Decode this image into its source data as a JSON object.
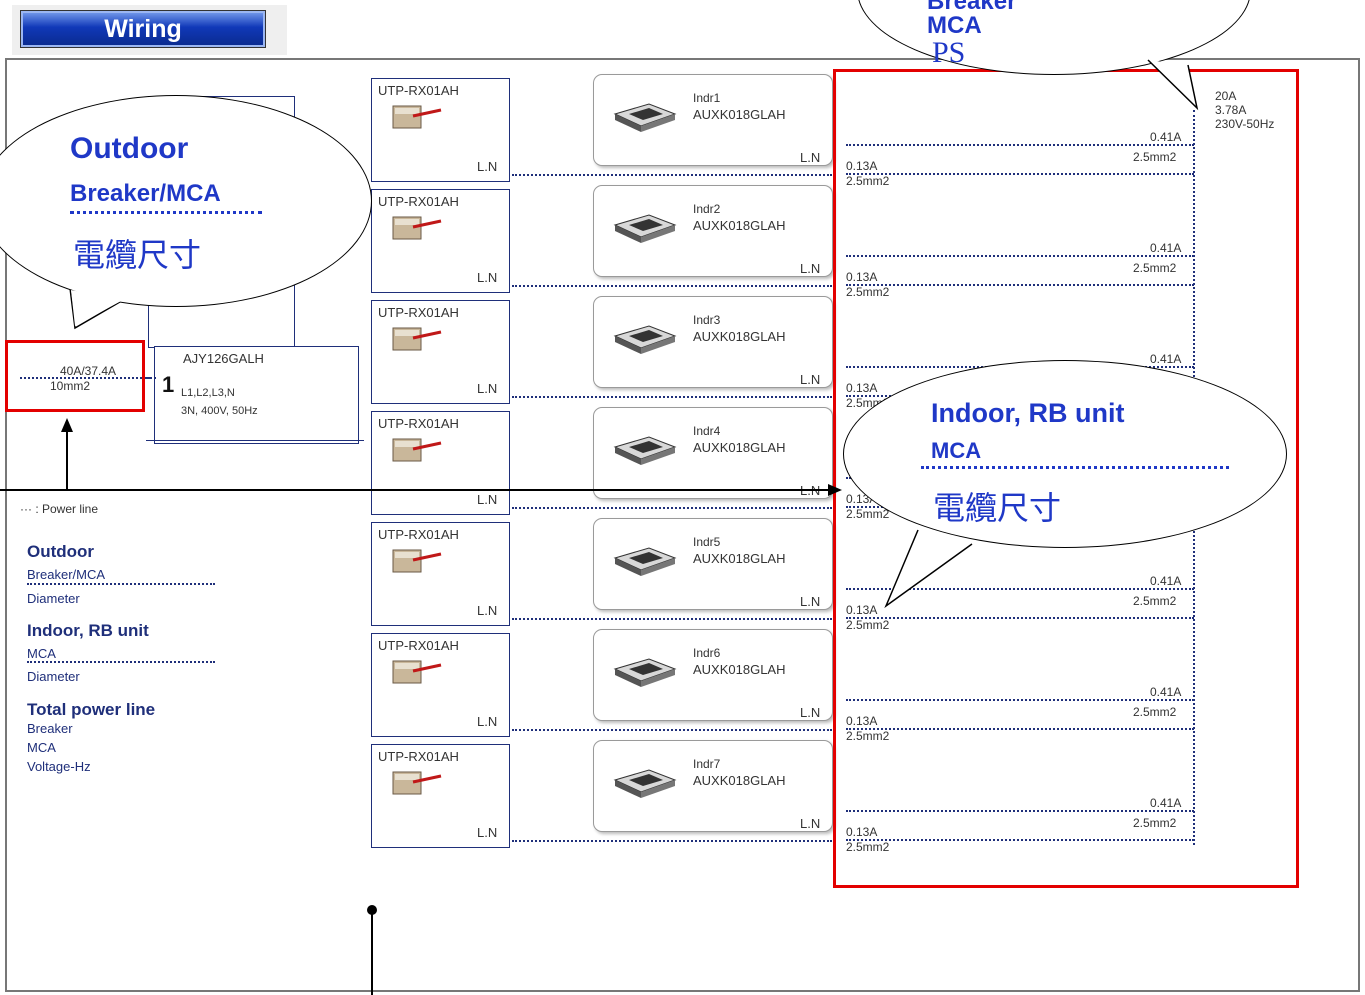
{
  "header": {
    "tab_label": "Wiring"
  },
  "outdoor": {
    "model": "AJY126GALH",
    "number": "1",
    "terminals": "L1,L2,L3,N",
    "power": "3N, 400V, 50Hz",
    "breaker_mca": "40A/37.4A",
    "diameter": "10mm2"
  },
  "branch_label": "UTP-RX01AH",
  "terminal_label": "L.N",
  "indoor_model": "AUXK018GLAH",
  "indoor_units": [
    {
      "name": "Indr1"
    },
    {
      "name": "Indr2"
    },
    {
      "name": "Indr3"
    },
    {
      "name": "Indr4"
    },
    {
      "name": "Indr5"
    },
    {
      "name": "Indr6"
    },
    {
      "name": "Indr7"
    }
  ],
  "indoor_mca": "0.13A",
  "indoor_diameter": "2.5mm2",
  "trunk_current": "0.41A",
  "trunk_diameter": "2.5mm2",
  "total_power": {
    "breaker": "20A",
    "mca": "3.78A",
    "voltage": "230V-50Hz"
  },
  "legend": {
    "power_line": "··· : Power line",
    "outdoor_title": "Outdoor",
    "outdoor_breaker": "Breaker/MCA",
    "outdoor_diameter": "Diameter",
    "indoor_title": "Indoor, RB unit",
    "indoor_mca": "MCA",
    "indoor_diameter": "Diameter",
    "total_title": "Total power line",
    "total_breaker": "Breaker",
    "total_mca": "MCA",
    "total_voltage": "Voltage-Hz"
  },
  "callouts": {
    "outdoor": {
      "title": "Outdoor",
      "line2": "Breaker/MCA",
      "line3": "電纜尺寸"
    },
    "indoor": {
      "title": "Indoor, RB unit",
      "line2": "MCA",
      "line3": "電纜尺寸"
    },
    "total": {
      "line1": "Breaker",
      "line2": "MCA",
      "line3": "PS"
    }
  },
  "colors": {
    "accent_red": "#e30000",
    "line_blue": "#1f2f7a",
    "callout_blue": "#1f38c7"
  }
}
